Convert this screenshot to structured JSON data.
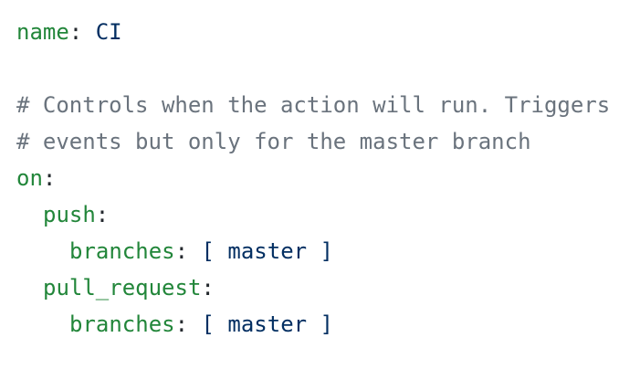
{
  "code": {
    "language": "yaml",
    "colors": {
      "key": "#22863a",
      "comment": "#6a737d",
      "value": "#032f62",
      "punctuation": "#24292e",
      "background": "#ffffff"
    },
    "line1": {
      "key": "name",
      "sep": ": ",
      "value": "CI"
    },
    "line3": {
      "comment": "# Controls when the action will run. Triggers"
    },
    "line4": {
      "comment": "# events but only for the master branch"
    },
    "line5": {
      "key": "on",
      "sep": ":"
    },
    "line6": {
      "key": "push",
      "sep": ":"
    },
    "line7": {
      "key": "branches",
      "sep": ": ",
      "value": "[ master ]"
    },
    "line8": {
      "key": "pull_request",
      "sep": ":"
    },
    "line9": {
      "key": "branches",
      "sep": ": ",
      "value": "[ master ]"
    }
  }
}
